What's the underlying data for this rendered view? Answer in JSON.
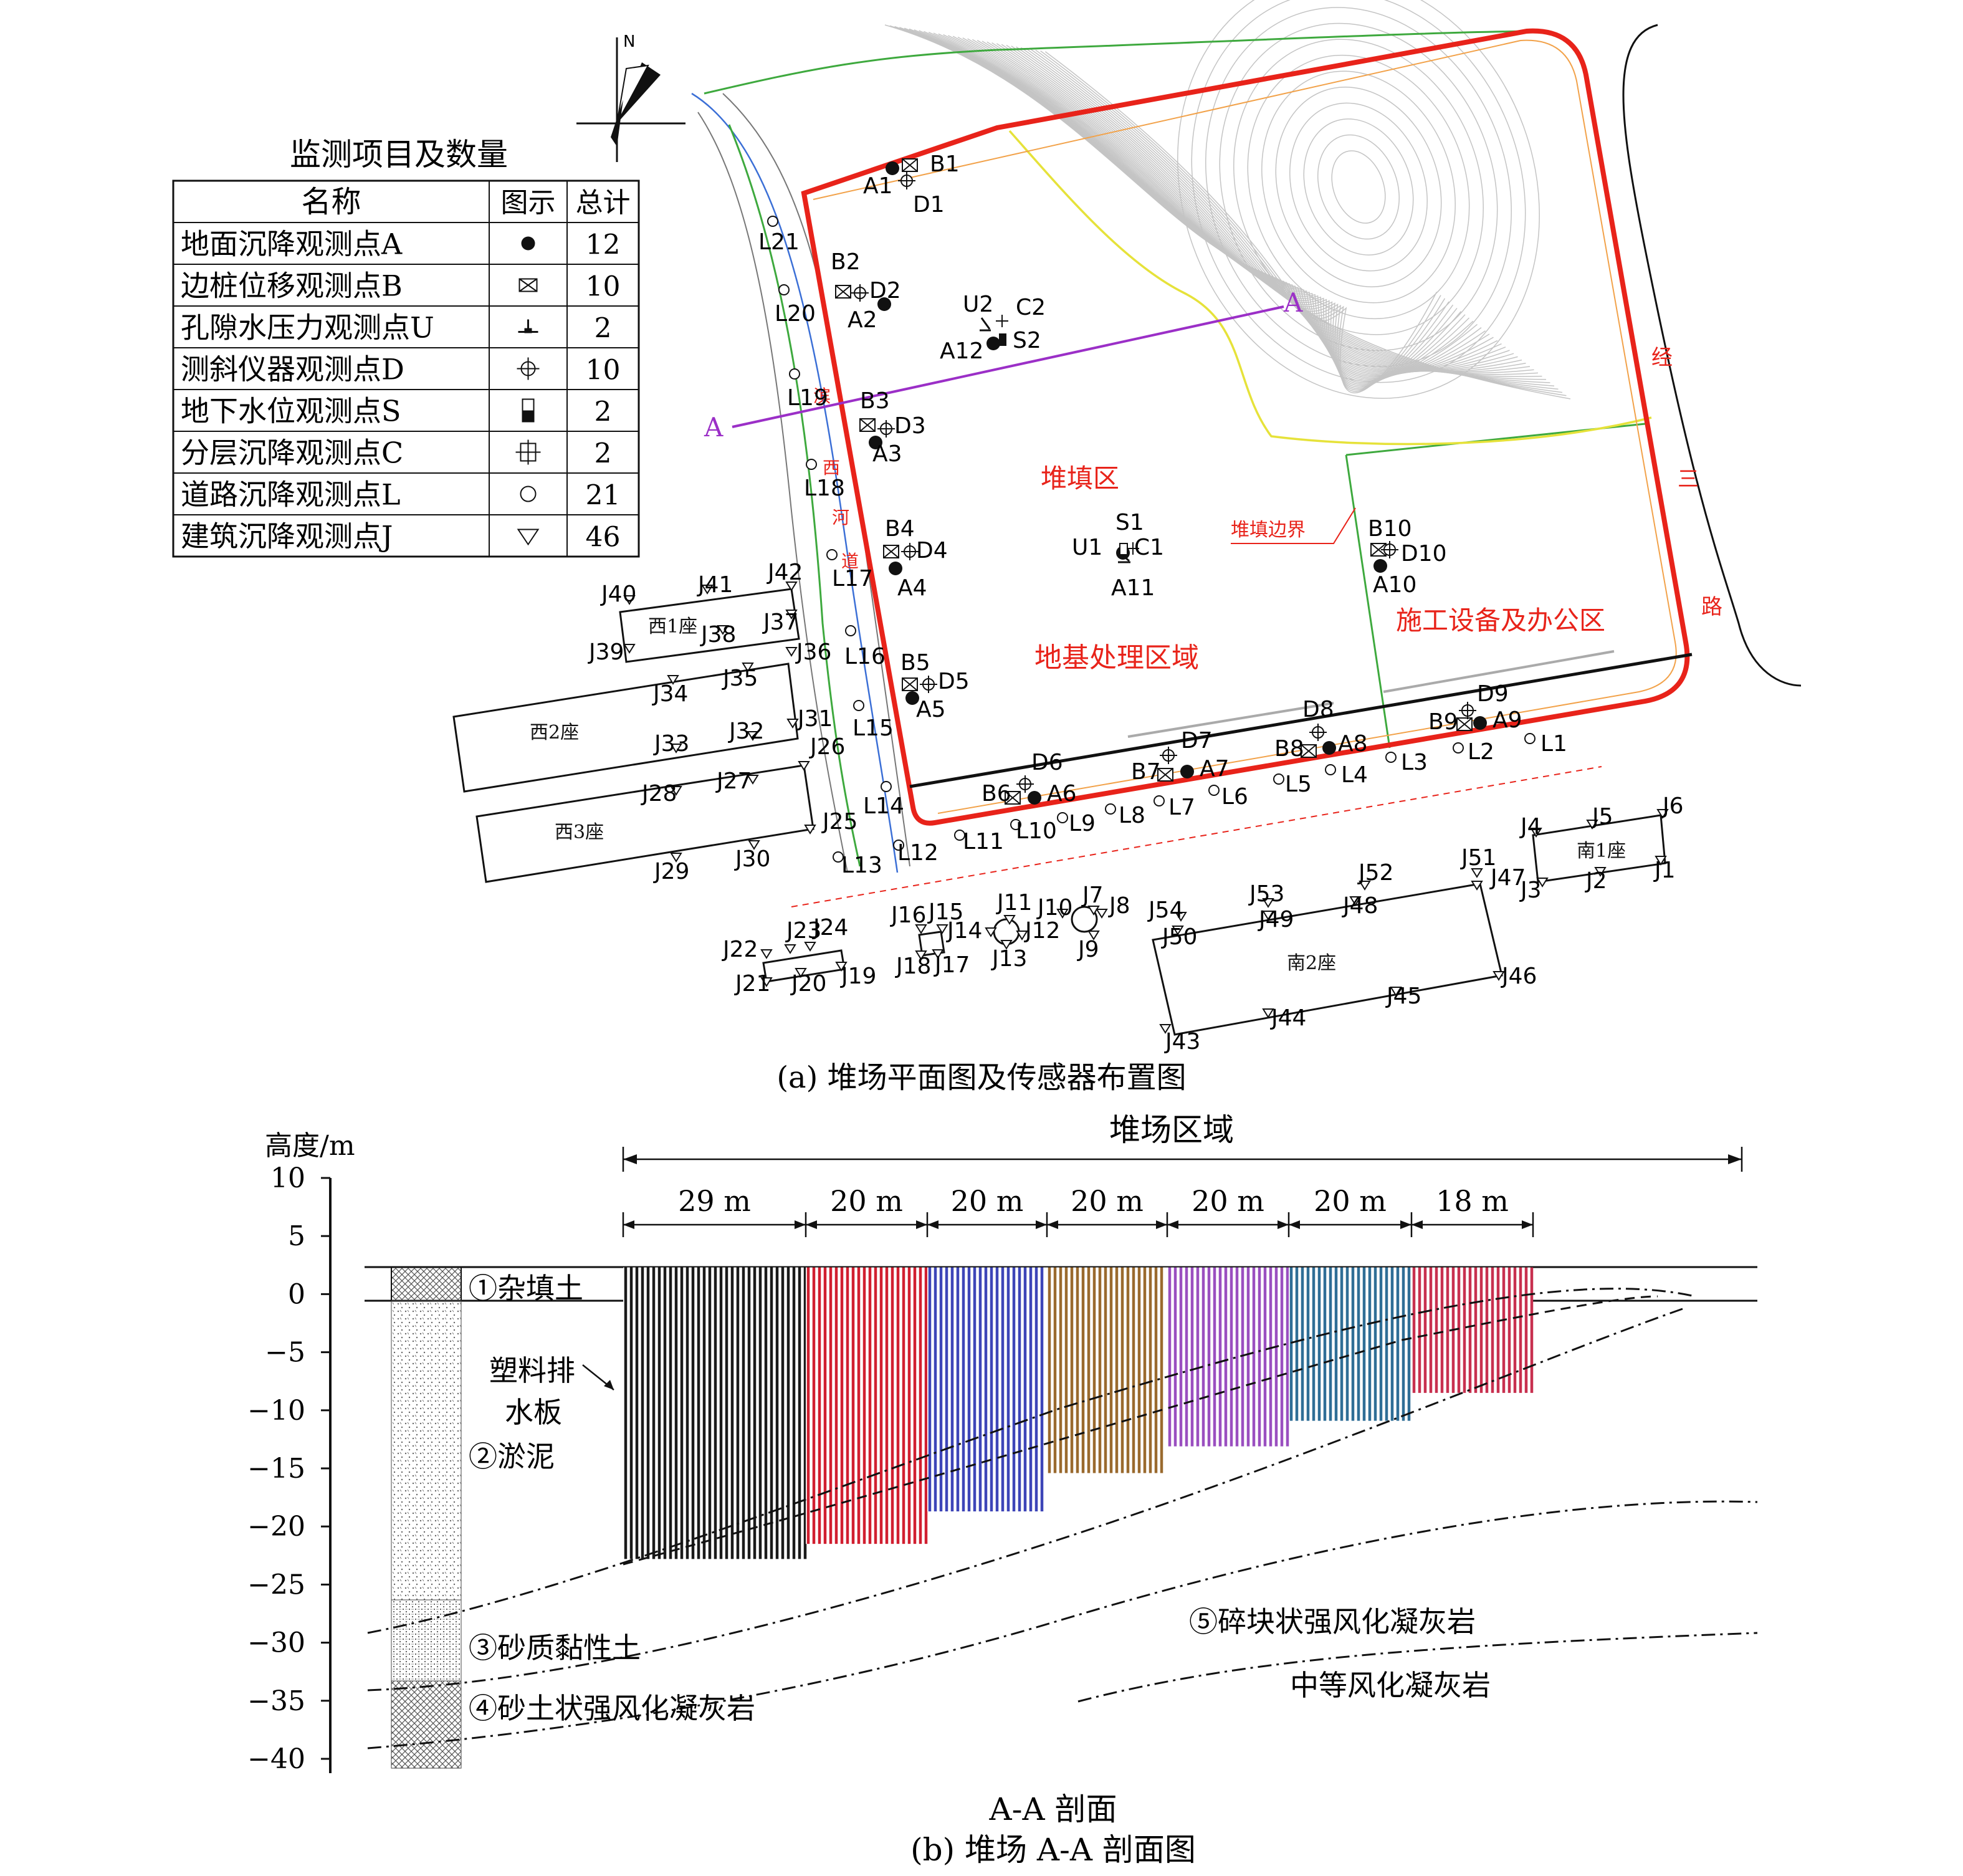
{
  "plan": {
    "north": "N",
    "legend": {
      "title": "监测项目及数量",
      "headers": [
        "名称",
        "图示",
        "总计"
      ],
      "rows": [
        {
          "name": "地面沉降观测点A",
          "symbol": "dot",
          "count": "12"
        },
        {
          "name": "边桩位移观测点B",
          "symbol": "box-x",
          "count": "10"
        },
        {
          "name": "孔隙水压力观测点U",
          "symbol": "pore",
          "count": "2"
        },
        {
          "name": "测斜仪器观测点D",
          "symbol": "cross-circle",
          "count": "10"
        },
        {
          "name": "地下水位观测点S",
          "symbol": "well",
          "count": "2"
        },
        {
          "name": "分层沉降观测点C",
          "symbol": "layer",
          "count": "2"
        },
        {
          "name": "道路沉降观测点L",
          "symbol": "circle",
          "count": "21"
        },
        {
          "name": "建筑沉降观测点J",
          "symbol": "triangle",
          "count": "46"
        }
      ]
    },
    "zones": {
      "fill": "堆填区",
      "treatment": "地基处理区域",
      "office": "施工设备及办公区",
      "boundary": "堆填边界",
      "road_east": [
        "经",
        "三",
        "路"
      ],
      "road_west": [
        "滨",
        "西",
        "河",
        "道"
      ]
    },
    "section_mark": "A",
    "buildings": [
      "西1座",
      "西2座",
      "西3座",
      "南1座",
      "南2座"
    ],
    "A_points": [
      "A1",
      "A2",
      "A3",
      "A4",
      "A5",
      "A6",
      "A7",
      "A8",
      "A9",
      "A10",
      "A11",
      "A12"
    ],
    "B_points": [
      "B1",
      "B2",
      "B3",
      "B4",
      "B5",
      "B6",
      "B7",
      "B8",
      "B9",
      "B10"
    ],
    "D_points": [
      "D1",
      "D2",
      "D3",
      "D4",
      "D5",
      "D6",
      "D7",
      "D8",
      "D9",
      "D10"
    ],
    "other_points": [
      "U1",
      "U2",
      "S1",
      "S2",
      "C1",
      "C2"
    ],
    "L_points": [
      "L1",
      "L2",
      "L3",
      "L4",
      "L5",
      "L6",
      "L7",
      "L8",
      "L9",
      "L10",
      "L11",
      "L12",
      "L13",
      "L14",
      "L15",
      "L16",
      "L17",
      "L18",
      "L19",
      "L20",
      "L21"
    ],
    "J_points": [
      "J1",
      "J2",
      "J3",
      "J4",
      "J5",
      "J6",
      "J7",
      "J8",
      "J9",
      "J10",
      "J11",
      "J12",
      "J13",
      "J14",
      "J15",
      "J16",
      "J17",
      "J18",
      "J19",
      "J20",
      "J21",
      "J22",
      "J23",
      "J24",
      "J25",
      "J26",
      "J27",
      "J28",
      "J29",
      "J30",
      "J31",
      "J32",
      "J33",
      "J34",
      "J35",
      "J36",
      "J37",
      "J38",
      "J39",
      "J40",
      "J41",
      "J42",
      "J43",
      "J44",
      "J45",
      "J46",
      "J47",
      "J48",
      "J49",
      "J50",
      "J51",
      "J52",
      "J53",
      "J54"
    ],
    "caption": "(a) 堆场平面图及传感器布置图"
  },
  "section": {
    "ylabel": "高度/m",
    "yticks": [
      "10",
      "5",
      "0",
      "−5",
      "−10",
      "−15",
      "−20",
      "−25",
      "−30",
      "−35",
      "−40"
    ],
    "area_label": "堆场区域",
    "widths": [
      "29 m",
      "20 m",
      "20 m",
      "20 m",
      "20 m",
      "20 m",
      "18 m"
    ],
    "drain_label_1": "塑料排",
    "drain_label_2": "水板",
    "layers": [
      "①杂填土",
      "②淤泥",
      "③砂质黏性土",
      "④砂土状强风化凝灰岩",
      "⑤碎块状强风化凝灰岩",
      "中等风化凝灰岩"
    ],
    "title": "A-A 剖面",
    "caption": "(b) 堆场 A-A 剖面图"
  },
  "chart_data": {
    "type": "bar",
    "categories": [
      "29 m",
      "20 m",
      "20 m",
      "20 m",
      "20 m",
      "20 m",
      "18 m"
    ],
    "series": [
      {
        "values": [
          -22.8,
          -21.5,
          -18.7,
          -15.4,
          -13.1,
          -10.9,
          -8.5
        ]
      }
    ],
    "top_elevation": 2.3,
    "colors": [
      "#1a1a1a",
      "#d11f30",
      "#3d45b8",
      "#9a6a2e",
      "#9a4fc0",
      "#2f6e96",
      "#c8304f"
    ],
    "ylabel": "高度/m",
    "ylim": [
      -40,
      10
    ]
  }
}
